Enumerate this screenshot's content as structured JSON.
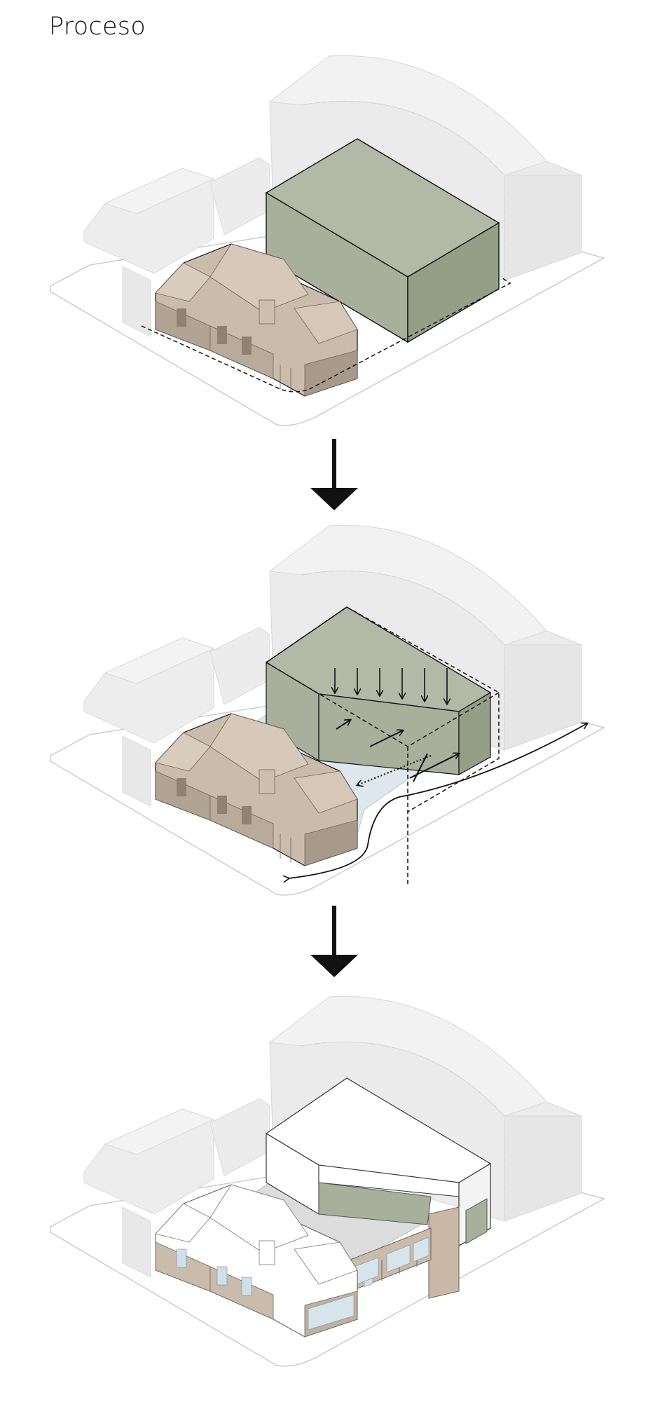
{
  "title": "Proceso",
  "colors": {
    "background": "#ffffff",
    "context_buildings": "#ebebeb",
    "context_edges": "#d2d2d2",
    "ground": "#ffffff",
    "existing_house": "#c9bcac",
    "existing_house_dark": "#9d8e7f",
    "new_volume_green": "#a8b09c",
    "new_volume_green_dark": "#8d977f",
    "courtyard_blue": "#dde7ed",
    "new_volume_white": "#ffffff",
    "arrows": "#111111"
  },
  "stages": [
    {
      "name": "existing-house-and-buildable-envelope"
    },
    {
      "name": "carving-of-volume-and-courtyard"
    },
    {
      "name": "final-scheme"
    }
  ]
}
